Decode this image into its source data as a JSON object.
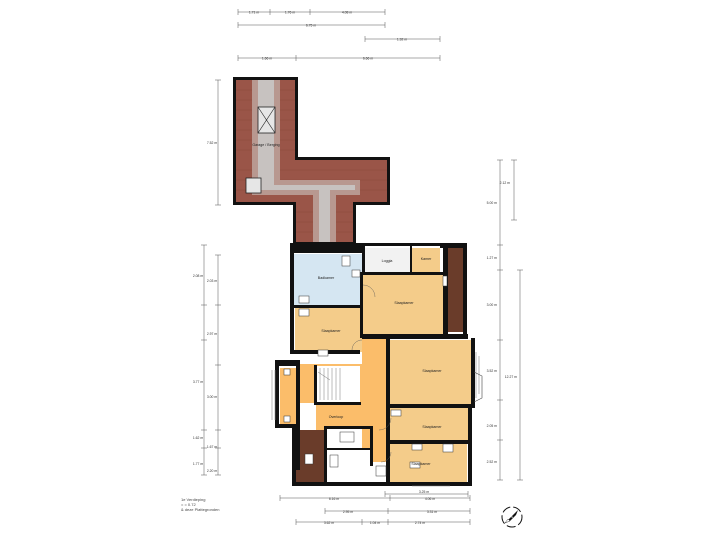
{
  "colors": {
    "roof": "#9a5548",
    "roof_dark": "#6b3a30",
    "skylight": "#c9c9c9",
    "roof_light": "#b89890",
    "bedroom": "#f4cc8a",
    "hall": "#fbbd6a",
    "bath": "#d5e6f2",
    "storage": "#f2f2f2",
    "wall": "#111111",
    "balcony": "#6a3c2a"
  },
  "rooms": {
    "garage": "Garage / Berging",
    "bathroom": "Badkamer",
    "loggia": "Loggia",
    "kamer": "Kamer",
    "slaap1": "Slaapkamer",
    "slaap2": "Slaapkamer",
    "slaap3": "Slaapkamer",
    "slaap4": "Slaapkamer",
    "slaap5": "Slaapkamer",
    "overloop": "Overloop"
  },
  "dimensions": {
    "top1a": "1.71 m",
    "top1b": "1.76 m",
    "top1c": "4.08 m",
    "top2": "6.75 m",
    "top3": "1.92 m",
    "top4a": "1.66 m",
    "top4b": "6.66 m",
    "left_garage": "7.52 m",
    "l1": "2.08 m",
    "l1b": "2.03 m",
    "l2": "2.97 m",
    "l3": "3.77 m",
    "l3b": "3.00 m",
    "l4": "1.62 m",
    "l4b": "1.67 m",
    "l5": "1.77 m",
    "l5b": "2.20 m",
    "r1": "2.12 m",
    "r1b": "5.00 m",
    "r2": "1.27 m",
    "r3": "3.00 m",
    "r4": "3.52 m",
    "r_total": "12.27 m",
    "r5": "2.05 m",
    "r6": "2.52 m",
    "b1": "3.25 m",
    "b2a": "6.16 m",
    "b2b": "4.06 m",
    "b3a": "2.95 m",
    "b3b": "3.31 m",
    "b4a": "3.62 m",
    "b4b": "1.04 m",
    "b4c": "2.74 m"
  },
  "notes": {
    "floor": "1e Verdieping",
    "area": "= = 0.72",
    "tool": "& deze Plattegronden"
  },
  "compass": {
    "label": "N"
  }
}
